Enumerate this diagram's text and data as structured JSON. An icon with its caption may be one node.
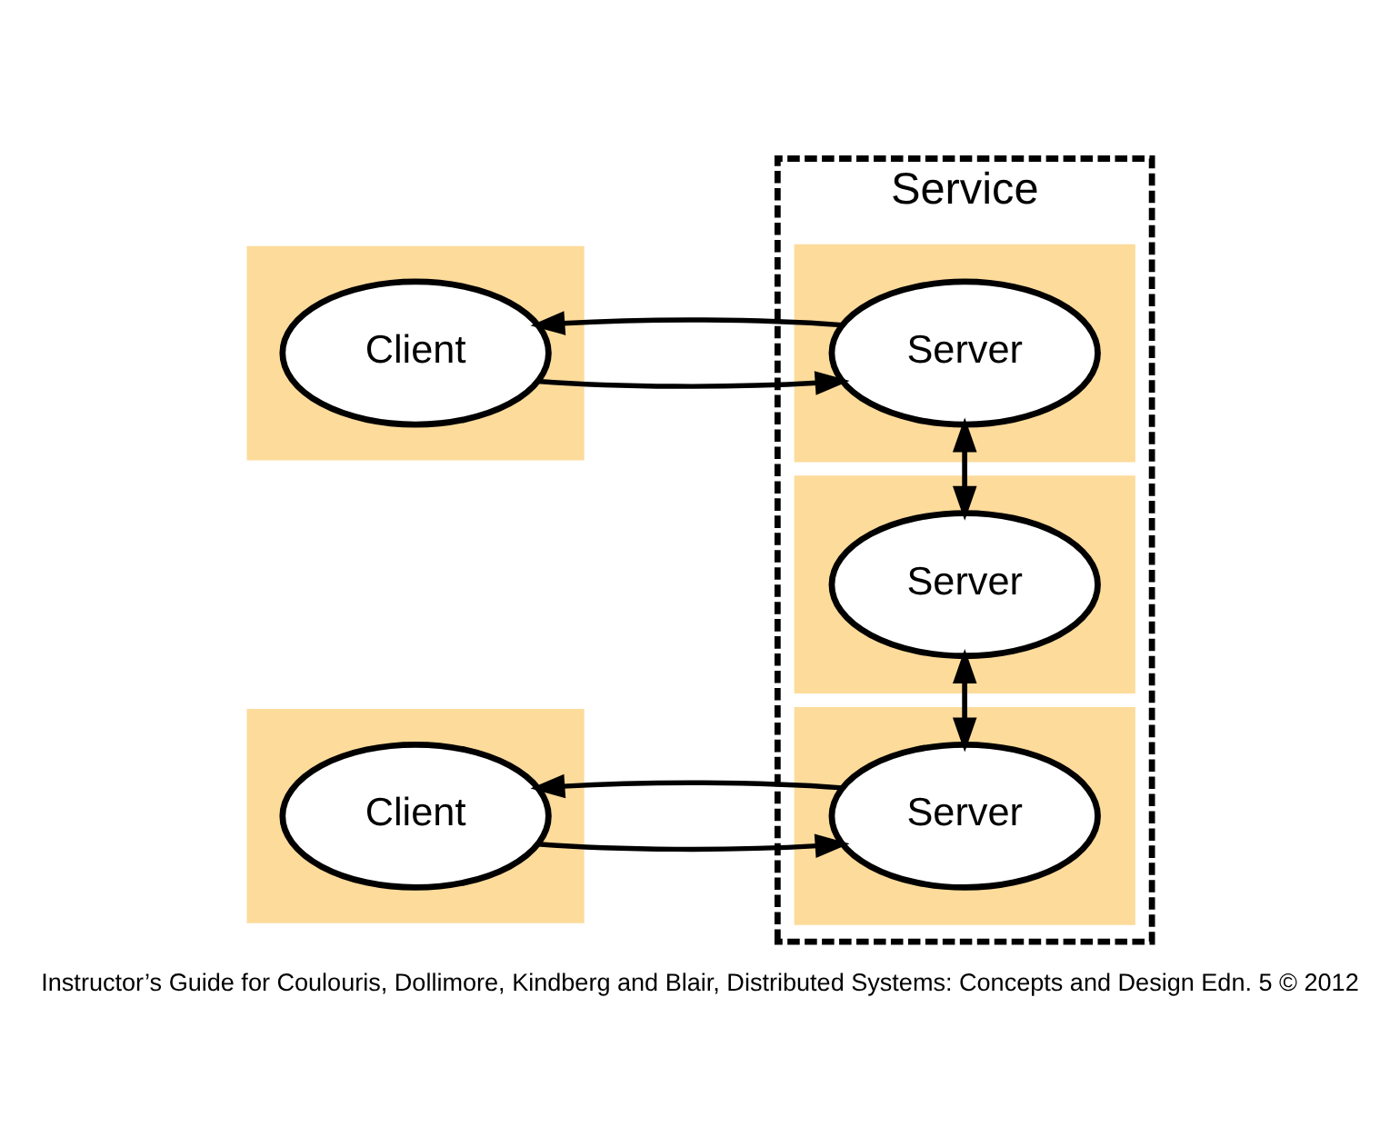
{
  "diagram": {
    "caption": "Instructor’s Guide for Coulouris, Dollimore, Kindberg and Blair, Distributed Systems: Concepts and Design Edn. 5 © 2012",
    "nodes": [
      {
        "text": [
          "Service"
        ]
      },
      {
        "text": [],
        "shape": "box",
        "in": 0
      },
      {
        "text": [
          "Server"
        ],
        "in": 1
      },
      {
        "text": [],
        "shape": "box",
        "in": 0
      },
      {
        "text": [
          "Server"
        ],
        "in": 3
      },
      {
        "text": [],
        "shape": "box",
        "in": 0
      },
      {
        "text": [
          "Server"
        ],
        "in": 5
      },
      {
        "text": [],
        "shape": "box"
      },
      {
        "text": [
          "Client"
        ],
        "in": 7
      },
      {
        "text": [],
        "shape": "box"
      },
      {
        "text": [
          "Client"
        ],
        "in": 9
      }
    ],
    "edges": [
      {
        "from": 2,
        "to": 8,
        "arrow": "to"
      },
      {
        "from": 8,
        "to": 2,
        "arrow": "to"
      },
      {
        "from": 2,
        "to": 4,
        "arrow": "to"
      },
      {
        "from": 4,
        "to": 2,
        "arrow": "to"
      },
      {
        "from": 4,
        "to": 6,
        "arrow": "to"
      },
      {
        "from": 6,
        "to": 4,
        "arrow": "to"
      },
      {
        "from": 6,
        "to": 10,
        "arrow": "to"
      },
      {
        "from": 10,
        "to": 6,
        "arrow": "to"
      }
    ]
  }
}
